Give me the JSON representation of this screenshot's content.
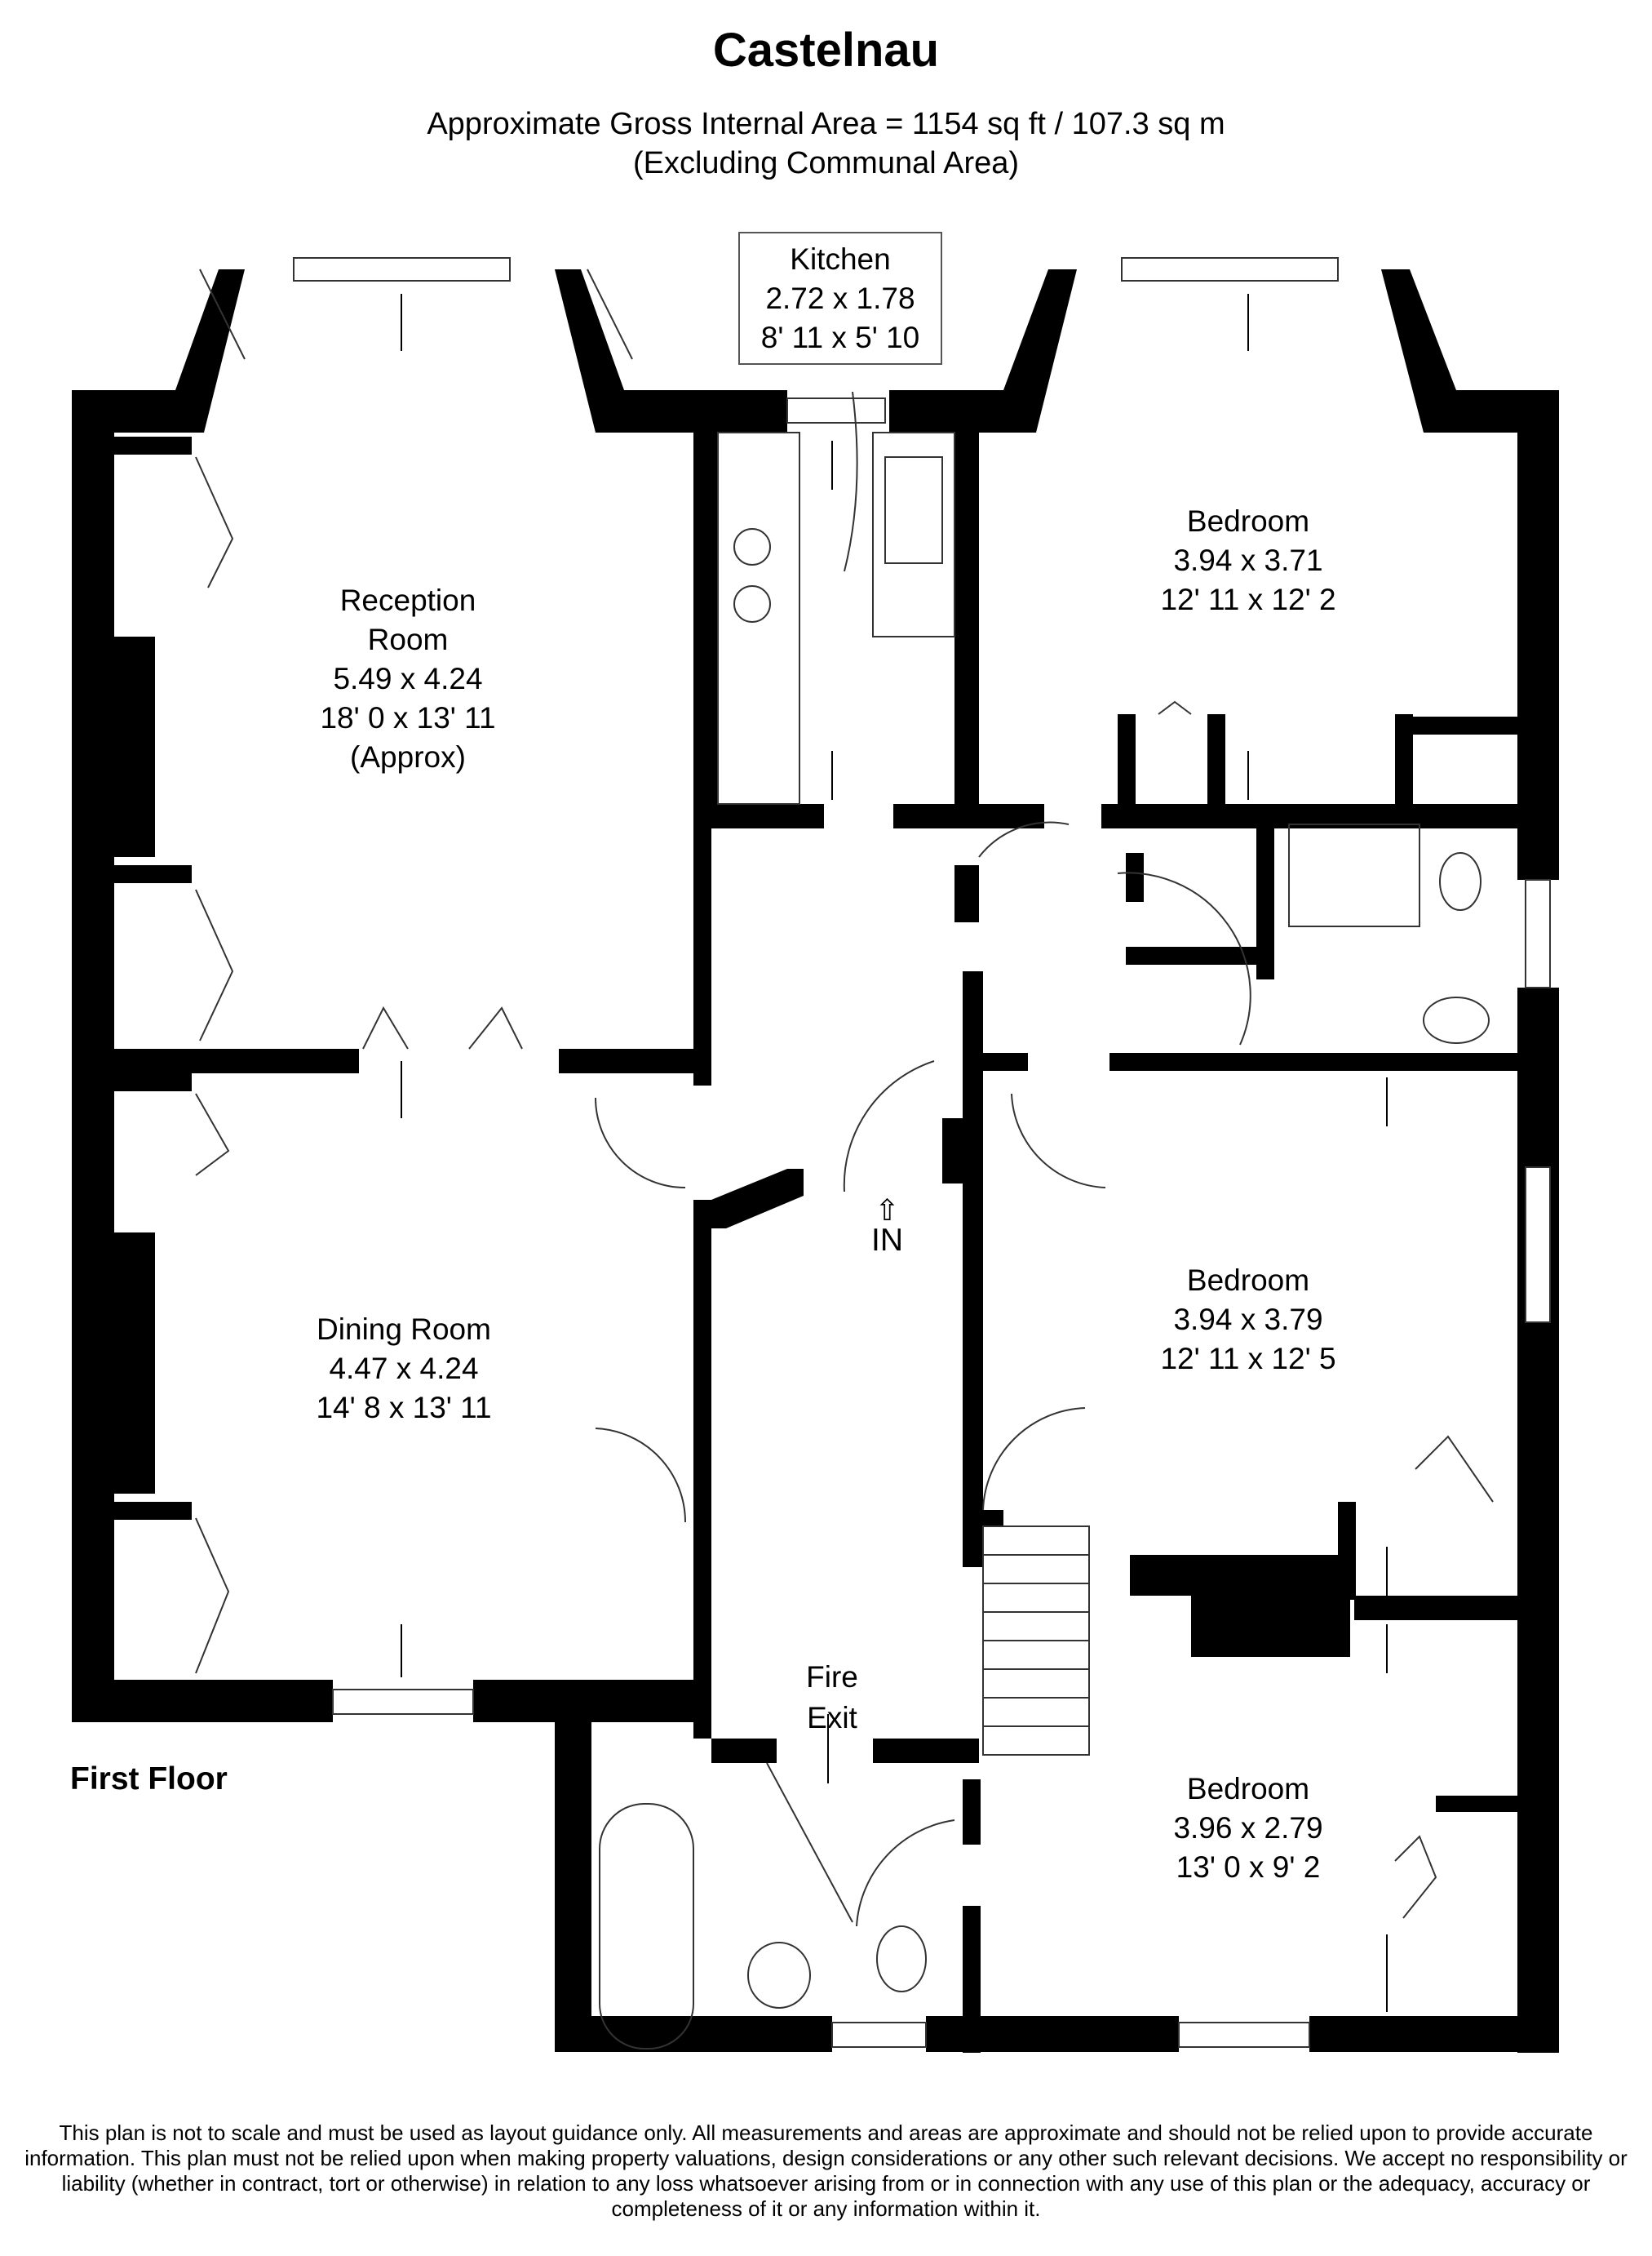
{
  "header": {
    "title": "Castelnau",
    "area_line": "Approximate Gross Internal Area = 1154 sq ft / 107.3 sq m",
    "area_note": "(Excluding Communal Area)"
  },
  "floor_label": "First Floor",
  "rooms": [
    {
      "name": "Kitchen",
      "metric": "2.72 x 1.78",
      "imperial": "8' 11 x 5' 10",
      "note": ""
    },
    {
      "name": "Reception",
      "name2": "Room",
      "metric": "5.49 x 4.24",
      "imperial": "18' 0 x 13' 11",
      "note": "(Approx)"
    },
    {
      "name": "Bedroom",
      "metric": "3.94 x 3.71",
      "imperial": "12' 11 x 12' 2",
      "note": ""
    },
    {
      "name": "Dining Room",
      "metric": "4.47 x 4.24",
      "imperial": "14' 8 x 13' 11",
      "note": ""
    },
    {
      "name": "Bedroom",
      "metric": "3.94 x 3.79",
      "imperial": "12' 11 x 12' 5",
      "note": ""
    },
    {
      "name": "Bedroom",
      "metric": "3.96 x 2.79",
      "imperial": "13' 0 x 9' 2",
      "note": ""
    }
  ],
  "markers": {
    "entrance": "IN",
    "fire_exit_line1": "Fire",
    "fire_exit_line2": "Exit"
  },
  "disclaimer": "This plan is not to scale and must be used as layout guidance only. All measurements and areas are approximate and should not be relied upon to provide accurate information. This plan must not be relied upon when making property valuations, design considerations or any other such relevant decisions. We accept no responsibility or liability (whether in contract, tort or otherwise) in relation to any loss whatsoever arising from or in connection with any use of this plan or the adequacy, accuracy or completeness of it or any information within it.",
  "colors": {
    "wall": "#000000",
    "background": "#ffffff",
    "line": "#333333"
  }
}
